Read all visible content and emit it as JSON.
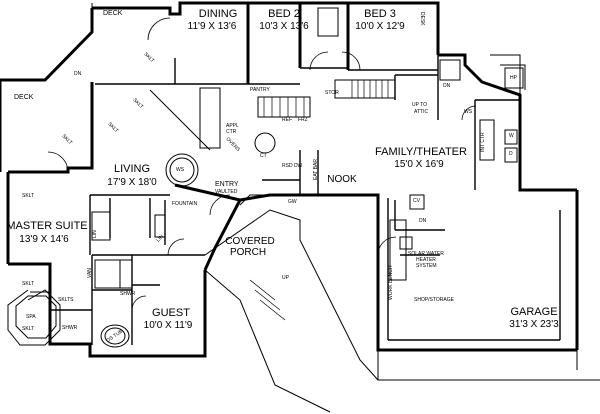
{
  "rooms": {
    "dining": {
      "name": "DINING",
      "dim": "11'9 X 13'6"
    },
    "bed2": {
      "name": "BED 2",
      "dim": "10'3 X 13'6"
    },
    "bed3": {
      "name": "BED 3",
      "dim": "10'0 X 12'9"
    },
    "living": {
      "name": "LIVING",
      "dim": "17'9 X 18'0"
    },
    "master": {
      "name": "MASTER SUITE",
      "dim": "13'9 X 14'6"
    },
    "family": {
      "name": "FAMILY/THEATER",
      "dim": "15'0 X 16'9"
    },
    "guest": {
      "name": "GUEST",
      "dim": "10'0 X 11'9"
    },
    "garage": {
      "name": "GARAGE",
      "dim": "31'3 X 23'3"
    },
    "covered_porch": {
      "name": "COVERED",
      "name2": "PORCH"
    },
    "nook": {
      "name": "NOOK"
    }
  },
  "labels": {
    "deck_top": "DECK",
    "deck_left": "DECK",
    "dn_deck": "DN",
    "sklt": "SKLT",
    "desk": "DESK",
    "pantry": "PANTRY",
    "stor": "STOR",
    "ref": "REF",
    "frz": "FRZ",
    "appl": "APPL",
    "ctr": "CTR",
    "ovens": "OVENS",
    "ct": "CT",
    "rsd_dw": "RSD DW",
    "eat_bar": "EAT BAR",
    "entry": "ENTRY",
    "vaulted": "VAULTED",
    "fountain": "FOUNTAIN",
    "ws": "WS",
    "lin": "LIN",
    "van": "VAN",
    "shwr": "SHWR",
    "skylts": "SKLTS",
    "spa": "SPA",
    "os_tub": "OS TUB",
    "gw": "GW",
    "up": "UP",
    "up_to_attic": "UP TO",
    "attic": "ATTIC",
    "dn_stair": "DN",
    "hp": "HP",
    "int_ctr": "INT CTR",
    "w": "W",
    "d": "D",
    "cv": "CV",
    "dn_garage": "DN",
    "solar1": "SOLAR WATER",
    "solar2": "HEATER",
    "solar3": "SYSTEM",
    "work_bench": "WORK BENCH",
    "shop": "SHOP/STORAGE"
  }
}
